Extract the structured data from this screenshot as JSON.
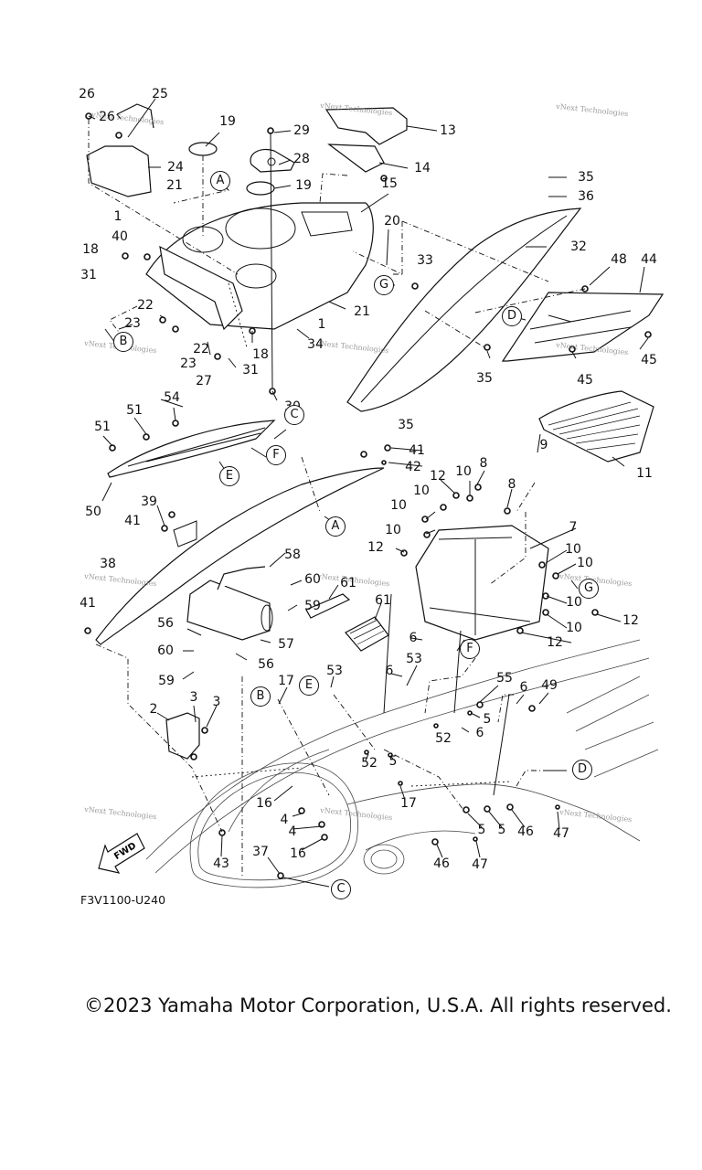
{
  "diagram": {
    "code": "F3V1100-U240",
    "copyright": "©2023 Yamaha Motor Corporation, U.S.A. All rights reserved.",
    "watermark": "vNext Technologies",
    "direction_arrow": "FWD",
    "part_labels": [
      {
        "id": "26a",
        "text": "26"
      },
      {
        "id": "25",
        "text": "25"
      },
      {
        "id": "26b",
        "text": "26"
      },
      {
        "id": "19a",
        "text": "19"
      },
      {
        "id": "29",
        "text": "29"
      },
      {
        "id": "28",
        "text": "28"
      },
      {
        "id": "19b",
        "text": "19"
      },
      {
        "id": "13",
        "text": "13"
      },
      {
        "id": "14",
        "text": "14"
      },
      {
        "id": "24",
        "text": "24"
      },
      {
        "id": "21a",
        "text": "21"
      },
      {
        "id": "15",
        "text": "15"
      },
      {
        "id": "35a",
        "text": "35"
      },
      {
        "id": "36",
        "text": "36"
      },
      {
        "id": "20",
        "text": "20"
      },
      {
        "id": "1a",
        "text": "1"
      },
      {
        "id": "40",
        "text": "40"
      },
      {
        "id": "18a",
        "text": "18"
      },
      {
        "id": "31a",
        "text": "31"
      },
      {
        "id": "32",
        "text": "32"
      },
      {
        "id": "33",
        "text": "33"
      },
      {
        "id": "48",
        "text": "48"
      },
      {
        "id": "44",
        "text": "44"
      },
      {
        "id": "21b",
        "text": "21"
      },
      {
        "id": "22a",
        "text": "22"
      },
      {
        "id": "1b",
        "text": "1"
      },
      {
        "id": "23a",
        "text": "23"
      },
      {
        "id": "34",
        "text": "34"
      },
      {
        "id": "22b",
        "text": "22"
      },
      {
        "id": "18b",
        "text": "18"
      },
      {
        "id": "23b",
        "text": "23"
      },
      {
        "id": "31b",
        "text": "31"
      },
      {
        "id": "27",
        "text": "27"
      },
      {
        "id": "35b",
        "text": "35"
      },
      {
        "id": "45a",
        "text": "45"
      },
      {
        "id": "45b",
        "text": "45"
      },
      {
        "id": "30",
        "text": "30"
      },
      {
        "id": "54",
        "text": "54"
      },
      {
        "id": "35c",
        "text": "35"
      },
      {
        "id": "51a",
        "text": "51"
      },
      {
        "id": "51b",
        "text": "51"
      },
      {
        "id": "41a",
        "text": "41"
      },
      {
        "id": "9",
        "text": "9"
      },
      {
        "id": "42",
        "text": "42"
      },
      {
        "id": "11",
        "text": "11"
      },
      {
        "id": "50",
        "text": "50"
      },
      {
        "id": "12a",
        "text": "12"
      },
      {
        "id": "10a",
        "text": "10"
      },
      {
        "id": "8a",
        "text": "8"
      },
      {
        "id": "10b",
        "text": "10"
      },
      {
        "id": "8b",
        "text": "8"
      },
      {
        "id": "39",
        "text": "39"
      },
      {
        "id": "10c",
        "text": "10"
      },
      {
        "id": "41b",
        "text": "41"
      },
      {
        "id": "7",
        "text": "7"
      },
      {
        "id": "10d",
        "text": "10"
      },
      {
        "id": "12b",
        "text": "12"
      },
      {
        "id": "10e",
        "text": "10"
      },
      {
        "id": "38",
        "text": "38"
      },
      {
        "id": "10f",
        "text": "10"
      },
      {
        "id": "58",
        "text": "58"
      },
      {
        "id": "60a",
        "text": "60"
      },
      {
        "id": "61a",
        "text": "61"
      },
      {
        "id": "10g",
        "text": "10"
      },
      {
        "id": "59a",
        "text": "59"
      },
      {
        "id": "61b",
        "text": "61"
      },
      {
        "id": "12c",
        "text": "12"
      },
      {
        "id": "41c",
        "text": "41"
      },
      {
        "id": "56a",
        "text": "56"
      },
      {
        "id": "57",
        "text": "57"
      },
      {
        "id": "10h",
        "text": "10"
      },
      {
        "id": "6a",
        "text": "6"
      },
      {
        "id": "12d",
        "text": "12"
      },
      {
        "id": "60b",
        "text": "60"
      },
      {
        "id": "56b",
        "text": "56"
      },
      {
        "id": "59b",
        "text": "59"
      },
      {
        "id": "53a",
        "text": "53"
      },
      {
        "id": "6b",
        "text": "6"
      },
      {
        "id": "17a",
        "text": "17"
      },
      {
        "id": "53b",
        "text": "53"
      },
      {
        "id": "55",
        "text": "55"
      },
      {
        "id": "6c",
        "text": "6"
      },
      {
        "id": "49",
        "text": "49"
      },
      {
        "id": "3a",
        "text": "3"
      },
      {
        "id": "3b",
        "text": "3"
      },
      {
        "id": "2",
        "text": "2"
      },
      {
        "id": "5a",
        "text": "5"
      },
      {
        "id": "52a",
        "text": "52"
      },
      {
        "id": "6d",
        "text": "6"
      },
      {
        "id": "52b",
        "text": "52"
      },
      {
        "id": "5b",
        "text": "5"
      },
      {
        "id": "16a",
        "text": "16"
      },
      {
        "id": "17b",
        "text": "17"
      },
      {
        "id": "4a",
        "text": "4"
      },
      {
        "id": "5c",
        "text": "5"
      },
      {
        "id": "5d",
        "text": "5"
      },
      {
        "id": "46a",
        "text": "46"
      },
      {
        "id": "47a",
        "text": "47"
      },
      {
        "id": "4b",
        "text": "4"
      },
      {
        "id": "16b",
        "text": "16"
      },
      {
        "id": "43",
        "text": "43"
      },
      {
        "id": "37",
        "text": "37"
      },
      {
        "id": "46b",
        "text": "46"
      },
      {
        "id": "47b",
        "text": "47"
      }
    ],
    "reference_markers": [
      {
        "id": "A1",
        "text": "A"
      },
      {
        "id": "A2",
        "text": "A"
      },
      {
        "id": "B1",
        "text": "B"
      },
      {
        "id": "B2",
        "text": "B"
      },
      {
        "id": "C1",
        "text": "C"
      },
      {
        "id": "C2",
        "text": "C"
      },
      {
        "id": "D1",
        "text": "D"
      },
      {
        "id": "D2",
        "text": "D"
      },
      {
        "id": "E1",
        "text": "E"
      },
      {
        "id": "E2",
        "text": "E"
      },
      {
        "id": "F1",
        "text": "F"
      },
      {
        "id": "F2",
        "text": "F"
      },
      {
        "id": "G1",
        "text": "G"
      },
      {
        "id": "G2",
        "text": "G"
      }
    ]
  }
}
